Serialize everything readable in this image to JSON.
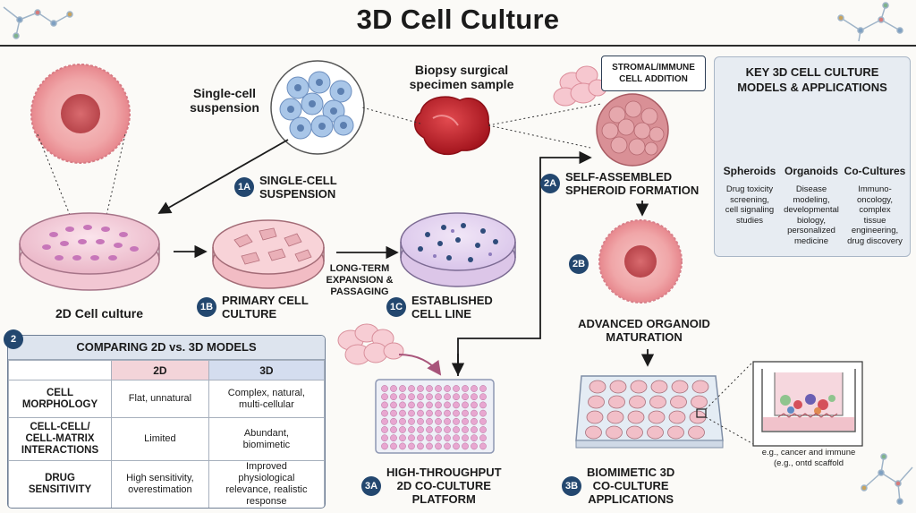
{
  "title": "3D Cell Culture",
  "labels": {
    "single_cell_suspension": "Single-cell\nsuspension",
    "biopsy": "Biopsy surgical\nspecimen sample",
    "culture_2d": "2D Cell culture",
    "long_term": "LONG-TERM\nEXPANSION &\nPASSAGING",
    "advanced_organoid": "ADVANCED ORGANOID\nMATURATION",
    "stromal_callout": "STROMAL/IMMUNE\nCELL ADDITION",
    "insert_caption": "e.g., cancer and immune\n(e.g., ontd scaffold"
  },
  "steps": [
    {
      "badge": "1A",
      "label": "SINGLE-CELL\nSUSPENSION"
    },
    {
      "badge": "1B",
      "label": "PRIMARY CELL\nCULTURE"
    },
    {
      "badge": "1C",
      "label": "ESTABLISHED\nCELL LINE"
    },
    {
      "badge": "2A",
      "label": "SELF-ASSEMBLED\nSPHEROID FORMATION"
    },
    {
      "badge": "2B",
      "label": ""
    },
    {
      "badge": "3A",
      "label": "HIGH-THROUGHPUT\n2D CO-CULTURE\nPLATFORM"
    },
    {
      "badge": "3B",
      "label": "BIOMIMETIC 3D\nCO-CULTURE\nAPPLICATIONS"
    }
  ],
  "key_models": {
    "title": "KEY 3D CELL CULTURE\nMODELS & APPLICATIONS",
    "items": [
      {
        "name": "Spheroids",
        "desc": "Drug toxicity\nscreening,\ncell signaling\nstudies"
      },
      {
        "name": "Organoids",
        "desc": "Disease\nmodeling,\ndevelopmental\nbiology,\npersonalized\nmedicine"
      },
      {
        "name": "Co-Cultures",
        "desc": "Immuno-\noncology,\ncomplex\ntissue\nengineering,\ndrug discovery"
      }
    ]
  },
  "comparison": {
    "badge": "2",
    "title": "COMPARING 2D vs. 3D MODELS",
    "columns": [
      "",
      "2D",
      "3D"
    ],
    "rows": [
      {
        "label": "CELL\nMORPHOLOGY",
        "v2d": "Flat, unnatural",
        "v3d": "Complex, natural,\nmulti-cellular"
      },
      {
        "label": "CELL-CELL/\nCELL-MATRIX\nINTERACTIONS",
        "v2d": "Limited",
        "v3d": "Abundant,\nbiomimetic"
      },
      {
        "label": "DRUG\nSENSITIVITY",
        "v2d": "High sensitivity,\noverestimation",
        "v3d": "Improved\nphysiological\nrelevance, realistic\nresponse"
      }
    ]
  },
  "colors": {
    "badge": "#23476f",
    "cell_pink": "#f2b6ba",
    "nucleus": "#c9545a",
    "biopsy_red": "#c5232b",
    "blue_cell": "#9fbfe3",
    "purple_cell": "#c98be0"
  }
}
